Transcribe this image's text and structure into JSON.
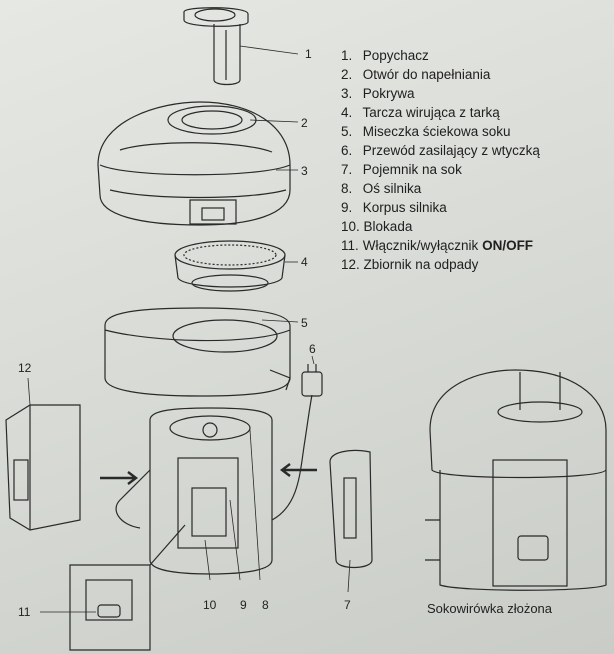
{
  "parts": [
    {
      "num": "1.",
      "label": "Popychacz"
    },
    {
      "num": "2.",
      "label": "Otwór do napełniania"
    },
    {
      "num": "3.",
      "label": "Pokrywa"
    },
    {
      "num": "4.",
      "label": "Tarcza wirująca z tarką"
    },
    {
      "num": "5.",
      "label": "Miseczka ściekowa soku"
    },
    {
      "num": "6.",
      "label": "Przewód zasilający z wtyczką"
    },
    {
      "num": "7.",
      "label": "Pojemnik na sok"
    },
    {
      "num": "8.",
      "label": "Oś silnika"
    },
    {
      "num": "9.",
      "label": "Korpus silnika"
    },
    {
      "num": "10.",
      "label": "Blokada"
    },
    {
      "num": "11.",
      "label": "Włącznik/wyłącznik",
      "suffix": "ON/OFF"
    },
    {
      "num": "12.",
      "label": "Zbiornik na odpady"
    }
  ],
  "callouts": {
    "c1": "1",
    "c2": "2",
    "c3": "3",
    "c4": "4",
    "c5": "5",
    "c6": "6",
    "c7": "7",
    "c8": "8",
    "c9": "9",
    "c10": "10",
    "c11": "11",
    "c12": "12"
  },
  "assembled_caption": "Sokowirówka złożona"
}
